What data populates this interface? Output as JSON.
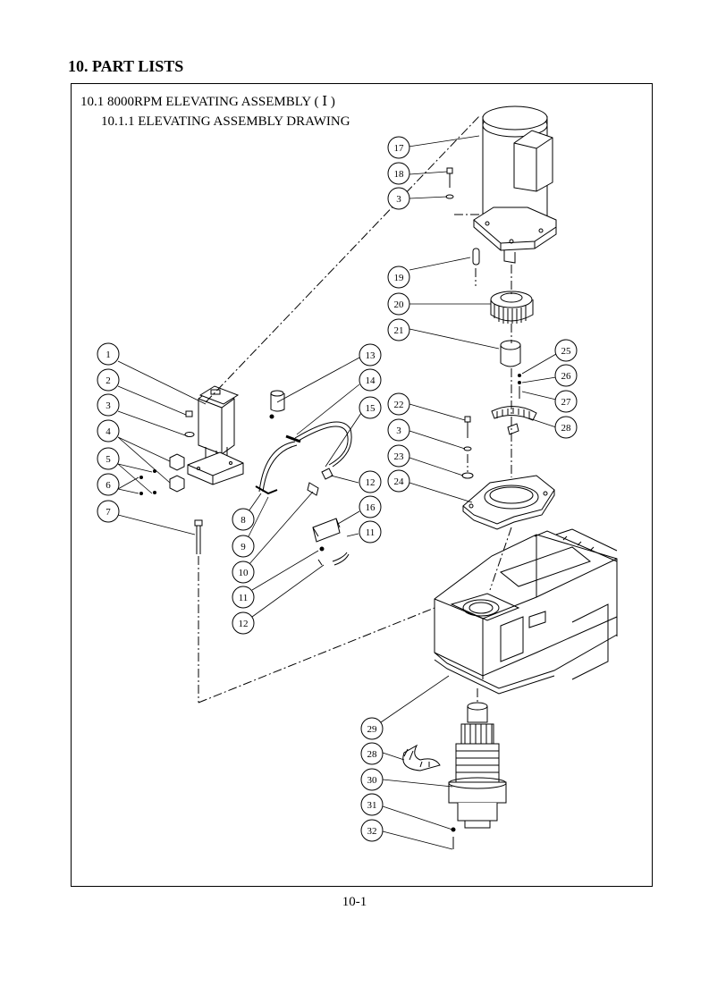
{
  "section_title": "10. PART LISTS",
  "subsection_title": "10.1 8000RPM ELEVATING ASSEMBLY ( Ⅰ )",
  "subsubsection_title": "10.1.1 ELEVATING ASSEMBLY DRAWING",
  "page_number": "10-1",
  "callouts": [
    "1",
    "2",
    "3",
    "4",
    "5",
    "6",
    "7",
    "8",
    "9",
    "10",
    "11",
    "12",
    "13",
    "14",
    "15",
    "16",
    "11",
    "12",
    "17",
    "18",
    "3",
    "19",
    "20",
    "21",
    "25",
    "26",
    "27",
    "28",
    "22",
    "3",
    "23",
    "24",
    "29",
    "28",
    "30",
    "31",
    "32"
  ]
}
